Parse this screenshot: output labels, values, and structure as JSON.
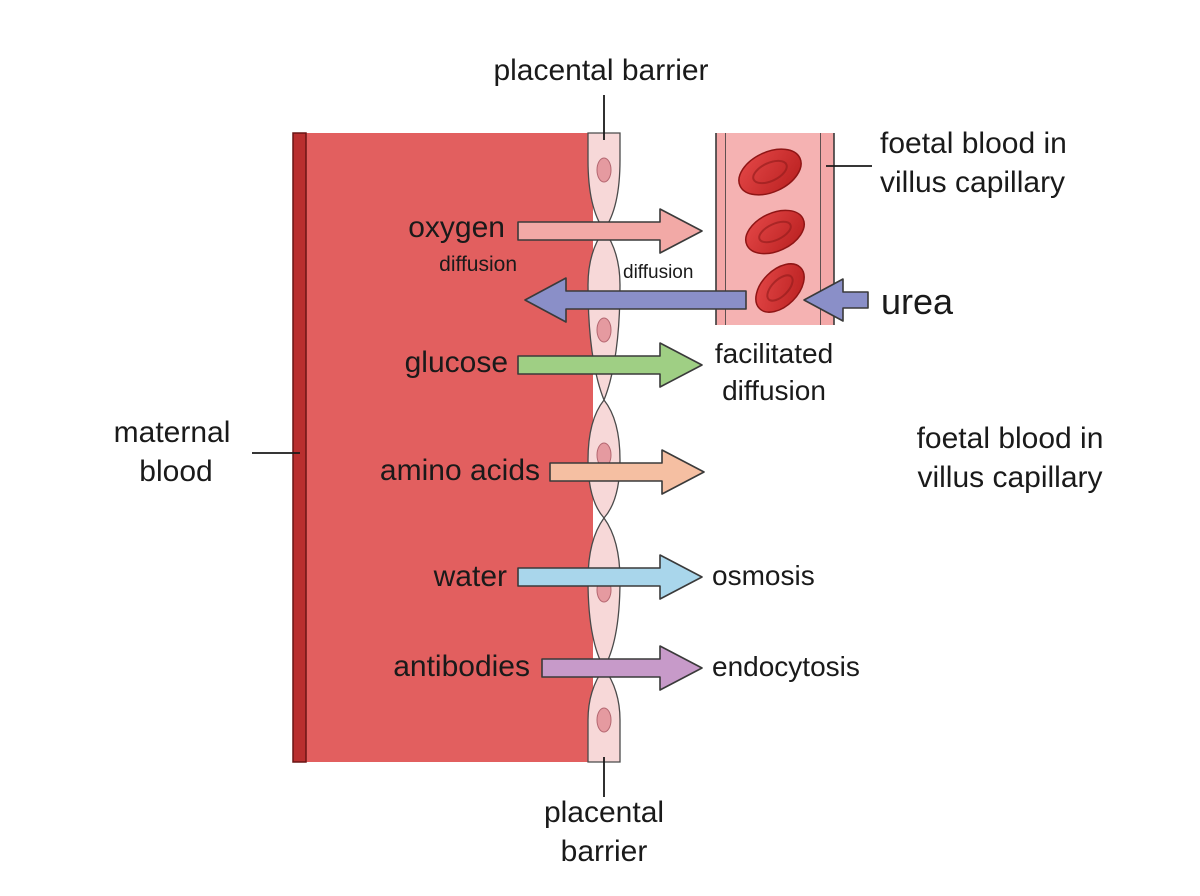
{
  "labels": {
    "barrier_top": "placental barrier",
    "barrier_bottom_1": "placental",
    "barrier_bottom_2": "barrier",
    "maternal_1": "maternal",
    "maternal_2": "blood",
    "foetal_top_1": "foetal blood in",
    "foetal_top_2": "villus capillary",
    "foetal_side_1": "foetal blood in",
    "foetal_side_2": "villus capillary",
    "urea": "urea",
    "urea_process": "diffusion"
  },
  "substances": [
    {
      "name": "oxygen",
      "process": "diffusion",
      "color": "#f2a9a6"
    },
    {
      "name": "glucose",
      "process_1": "facilitated",
      "process_2": "diffusion",
      "color": "#9fcf84"
    },
    {
      "name": "amino acids",
      "process": "",
      "color": "#f5bfa2"
    },
    {
      "name": "water",
      "process": "osmosis",
      "color": "#a9d6eb"
    },
    {
      "name": "antibodies",
      "process": "endocytosis",
      "color": "#c79ac9"
    }
  ],
  "colors": {
    "maternal_blood": "#e25f5f",
    "maternal_edge": "#b92f2f",
    "barrier_cell": "#f7d8d8",
    "capillary": "#f4a8a8",
    "red_blood_cell": "#d93a3a",
    "urea_arrow": "#8a8fc8"
  }
}
